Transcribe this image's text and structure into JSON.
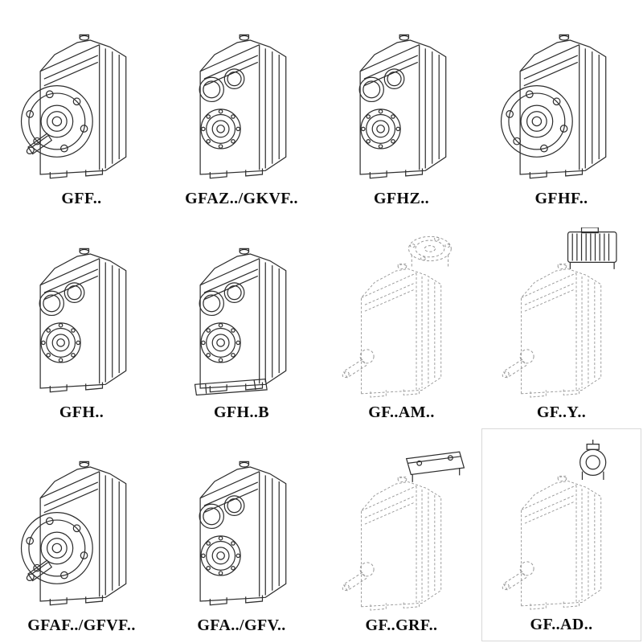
{
  "page": {
    "title": "Gear reducer variants catalog",
    "background_color": "#ffffff",
    "ink_color": "#2e2e2e",
    "phantom_color": "#979797"
  },
  "items": [
    {
      "label": "GFF..",
      "variant": "flange-shaft",
      "style": "solid"
    },
    {
      "label": "GFAZ../GKVF..",
      "variant": "bores",
      "style": "solid"
    },
    {
      "label": "GFHZ..",
      "variant": "bores",
      "style": "solid"
    },
    {
      "label": "GFHF..",
      "variant": "flange",
      "style": "solid"
    },
    {
      "label": "GFH..",
      "variant": "bores",
      "style": "solid"
    },
    {
      "label": "GFH..B",
      "variant": "bores-base",
      "style": "solid"
    },
    {
      "label": "GF..AM..",
      "variant": "dash-flange",
      "style": "phantom"
    },
    {
      "label": "GF..Y..",
      "variant": "dash-motor",
      "style": "phantom"
    },
    {
      "label": "GFAF../GFVF..",
      "variant": "flange-shaft",
      "style": "solid"
    },
    {
      "label": "GFA../GFV..",
      "variant": "bores",
      "style": "solid"
    },
    {
      "label": "GF..GRF..",
      "variant": "dash-plate",
      "style": "phantom"
    },
    {
      "label": "GF..AD..",
      "variant": "dash-adapter",
      "style": "phantom",
      "framed": true
    }
  ]
}
